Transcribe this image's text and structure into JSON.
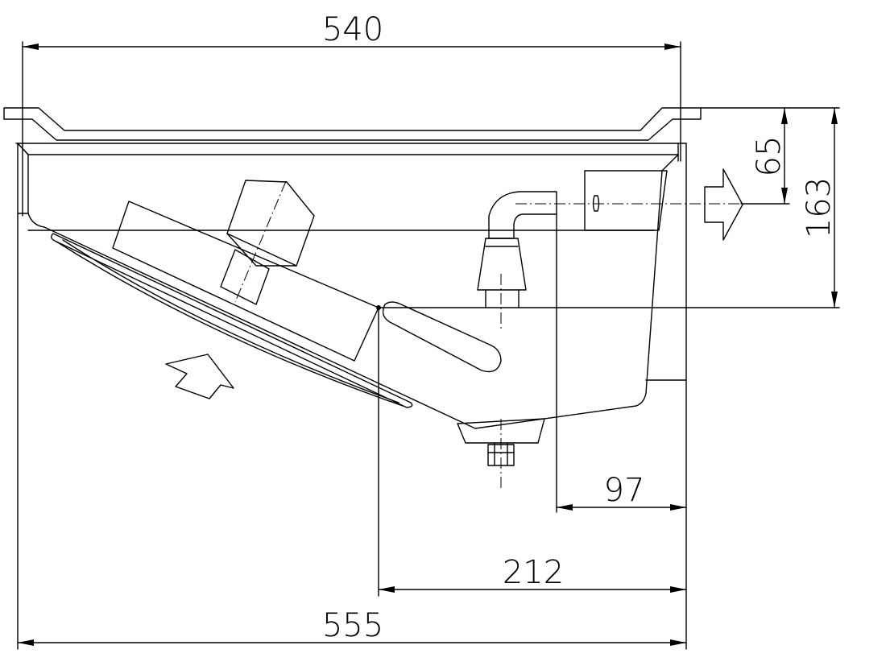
{
  "dimensions": {
    "top_width": "540",
    "overall_width": "555",
    "right_offset_large": "212",
    "right_offset_small": "97",
    "rim_height": "65",
    "total_height": "163"
  }
}
